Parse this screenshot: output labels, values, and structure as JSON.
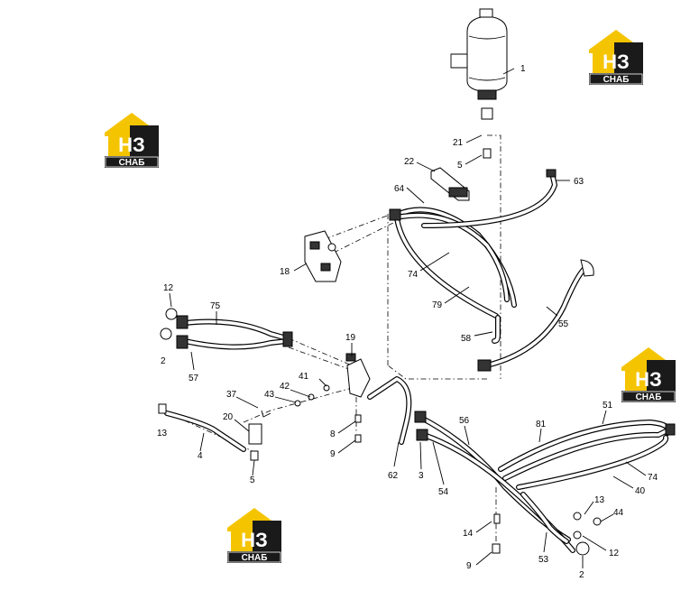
{
  "diagram": {
    "callouts": [
      "1",
      "21",
      "5",
      "22",
      "63",
      "64",
      "18",
      "74",
      "79",
      "55",
      "58",
      "12",
      "75",
      "2",
      "57",
      "19",
      "41",
      "42",
      "43",
      "37",
      "20",
      "13",
      "4",
      "5",
      "8",
      "9",
      "62",
      "3",
      "54",
      "56",
      "81",
      "51",
      "74",
      "40",
      "13",
      "44",
      "14",
      "9",
      "53",
      "12",
      "2"
    ]
  },
  "watermark": {
    "letters": "НЗ",
    "word": "СНАБ",
    "colors": {
      "yellow": "#f5c400",
      "dark": "#1a1a1a",
      "white": "#ffffff"
    }
  }
}
